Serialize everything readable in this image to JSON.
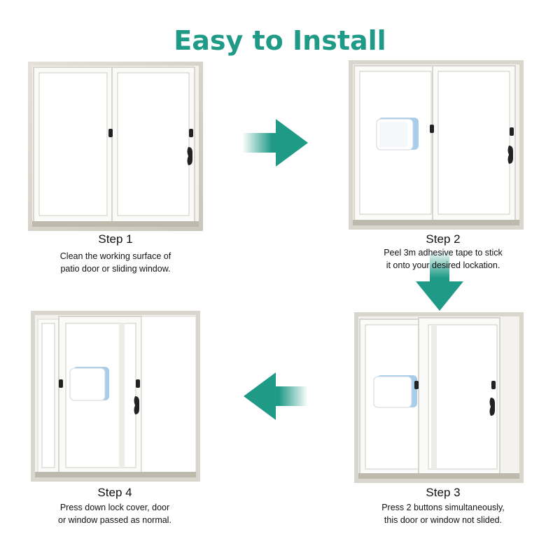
{
  "title": "Easy to Install",
  "colors": {
    "accent": "#1f9a86",
    "frame": "#d6d3c9",
    "pane": "#ffffff",
    "device_edge": "#a8cdea"
  },
  "steps": [
    {
      "label": "Step 1",
      "lines": [
        "Clean the working surface of",
        "patio door or sliding window."
      ]
    },
    {
      "label": "Step 2",
      "lines": [
        "Peel 3m adhesive tape to stick",
        "it onto your desired lockation."
      ]
    },
    {
      "label": "Step 3",
      "lines": [
        "Press 2 buttons simultaneously,",
        "this door or window not slided."
      ]
    },
    {
      "label": "Step 4",
      "lines": [
        "Press down lock cover, door",
        "or window passed as normal."
      ]
    }
  ],
  "arrows": [
    "arrow-right",
    "arrow-down",
    "arrow-left"
  ]
}
